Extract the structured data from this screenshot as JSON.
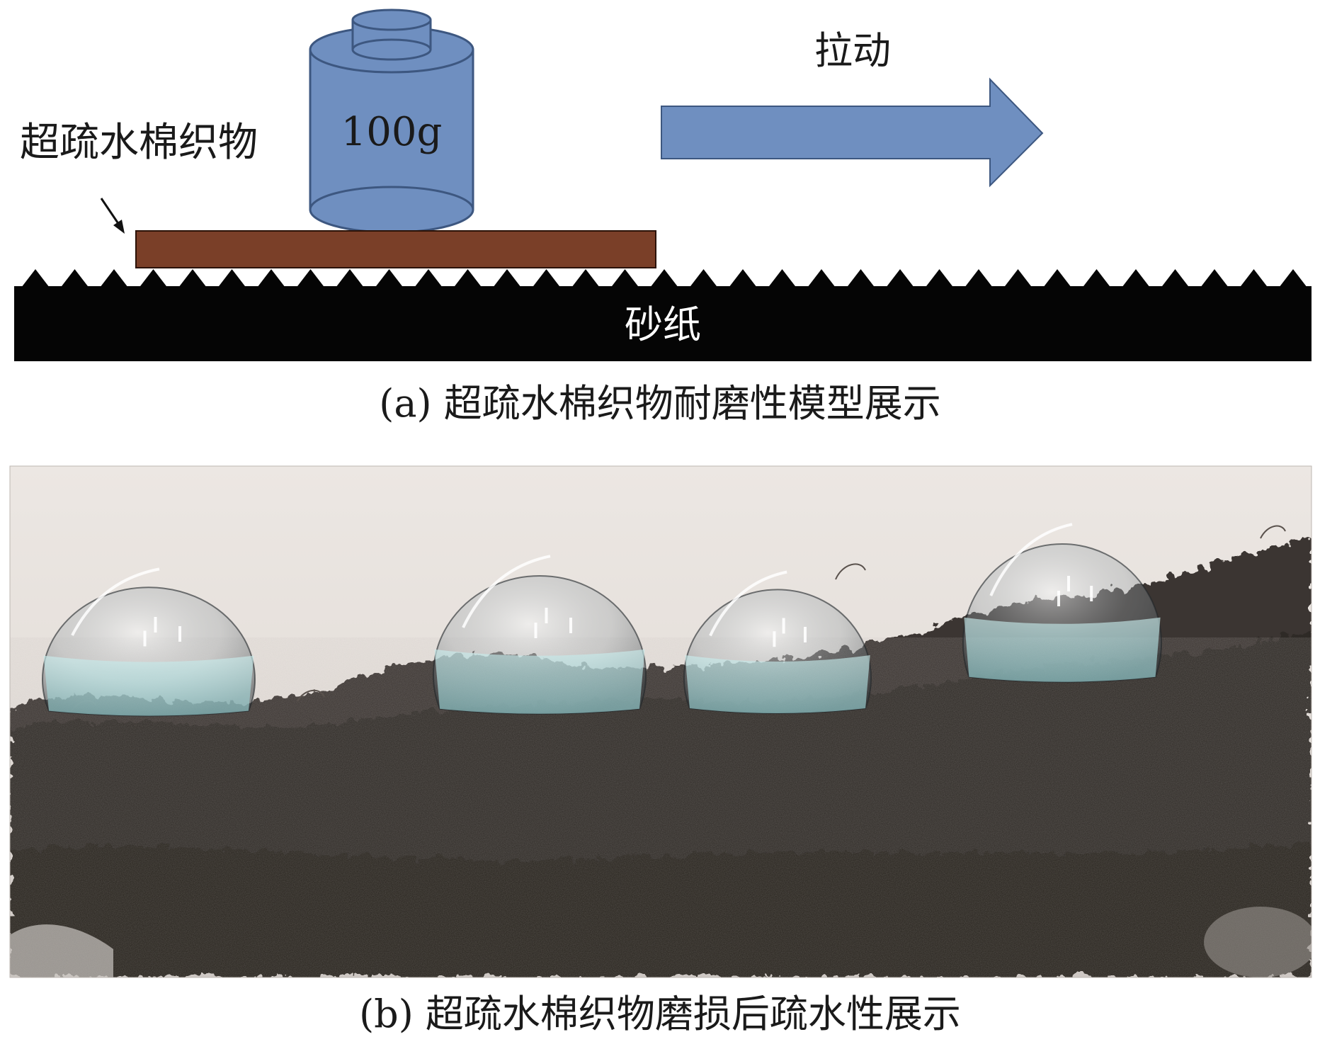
{
  "panel_a": {
    "fabric_label": "超疏水棉织物",
    "weight_label": "100g",
    "pull_label": "拉动",
    "sandpaper_label": "砂纸",
    "caption": "(a) 超疏水棉织物耐磨性模型展示",
    "colors": {
      "weight_fill": "#6f8fc0",
      "weight_stroke": "#3d5780",
      "arrow_fill": "#6f8fc0",
      "fabric_fill": "#7a3f28",
      "sandpaper_fill": "#050505"
    }
  },
  "panel_b": {
    "caption": "(b) 超疏水棉织物磨损后疏水性展示",
    "droplet_count": 4,
    "colors": {
      "background": "#e9e3de",
      "fabric": "#3d3733",
      "droplet_tint": "#a8d8d8"
    }
  }
}
